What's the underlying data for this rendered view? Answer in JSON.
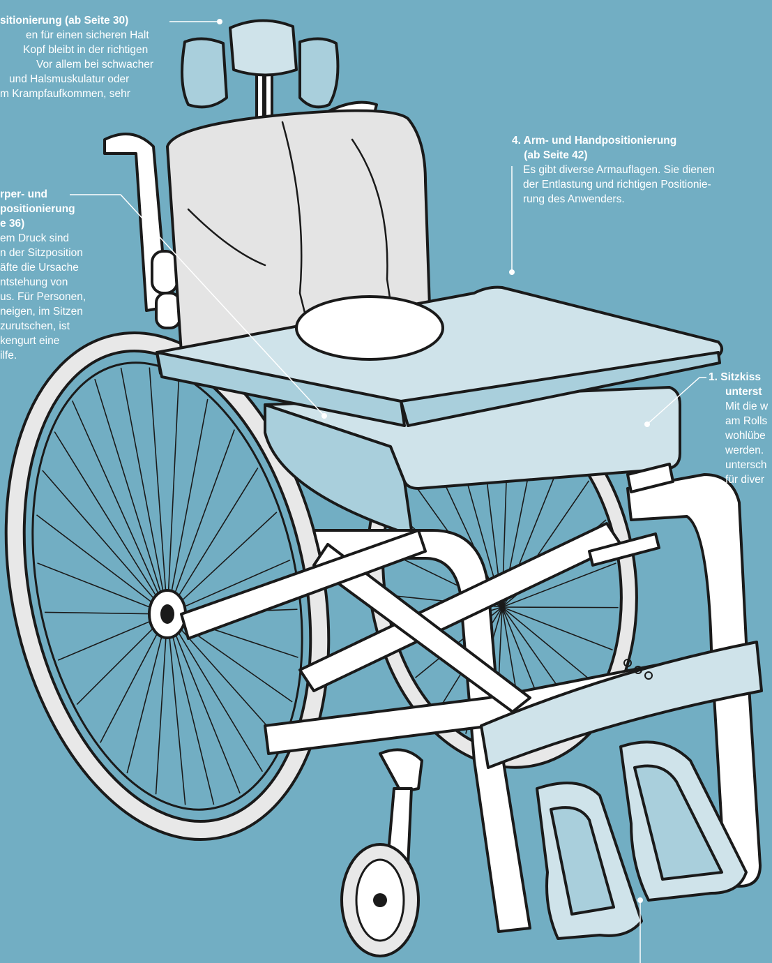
{
  "callouts": {
    "head": {
      "title": "sitionierung (ab Seite 30)",
      "lines": [
        "en für einen sicheren Halt",
        "Kopf bleibt in der richtigen",
        "Vor allem bei schwacher",
        "und Halsmuskulatur oder",
        "m Krampfaufkommen, sehr"
      ]
    },
    "body": {
      "title_lines": [
        "rper- und",
        "positionierung",
        "e 36)"
      ],
      "lines": [
        "em Druck sind",
        "n der Sitzposition",
        "äfte die Ursache",
        "ntstehung von",
        "us. Für Personen,",
        "neigen, im Sitzen",
        "zurutschen, ist",
        "kengurt eine",
        "ilfe."
      ]
    },
    "arm": {
      "title_lines": [
        "4. Arm- und Handpositionierung",
        "    (ab Seite 42)"
      ],
      "lines": [
        "Es gibt diverse Armauflagen. Sie dienen",
        "der Entlastung und richtigen Positionie-",
        "rung des Anwenders."
      ]
    },
    "seat": {
      "title_lines": [
        "1. Sitzkiss",
        "unterst"
      ],
      "lines": [
        "Mit die w",
        "am Rolls",
        "wohlübe",
        "werden.",
        "untersch",
        "für diver"
      ]
    }
  },
  "colors": {
    "background": "#72aec3",
    "pad_light": "#cfe3ea",
    "pad_dark": "#a9cfdc",
    "backrest": "#e4e4e4",
    "outline": "#1a1a1a",
    "text": "#ffffff"
  },
  "illustration": {
    "subject": "wheelchair with headrest, backrest, tray and footrests",
    "icon": "wheelchair-illustration"
  }
}
